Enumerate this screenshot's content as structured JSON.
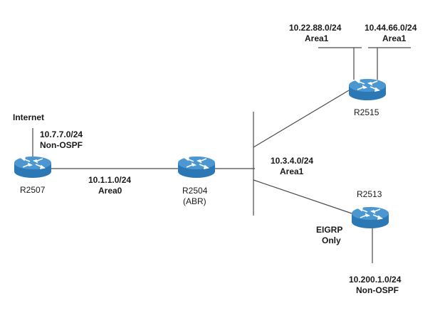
{
  "routers": [
    {
      "name": "R2507",
      "role": ""
    },
    {
      "name": "R2504",
      "role": "(ABR)"
    },
    {
      "name": "R2515",
      "role": ""
    },
    {
      "name": "R2513",
      "role": ""
    }
  ],
  "labels": {
    "internet": "Internet",
    "net_10_7": {
      "subnet": "10.7.7.0/24",
      "area": "Non-OSPF"
    },
    "net_10_1": {
      "subnet": "10.1.1.0/24",
      "area": "Area0"
    },
    "net_10_3": {
      "subnet": "10.3.4.0/24",
      "area": "Area1"
    },
    "net_10_22": {
      "subnet": "10.22.88.0/24",
      "area": "Area1"
    },
    "net_10_44": {
      "subnet": "10.44.66.0/24",
      "area": "Area1"
    },
    "net_10_200": {
      "subnet": "10.200.1.0/24",
      "area": "Non-OSPF"
    },
    "eigrp": {
      "line1": "EIGRP",
      "line2": "Only"
    }
  },
  "colors": {
    "router_body": "#2b78b5",
    "router_top": "#4a97d1",
    "line": "#4a4a4a"
  }
}
